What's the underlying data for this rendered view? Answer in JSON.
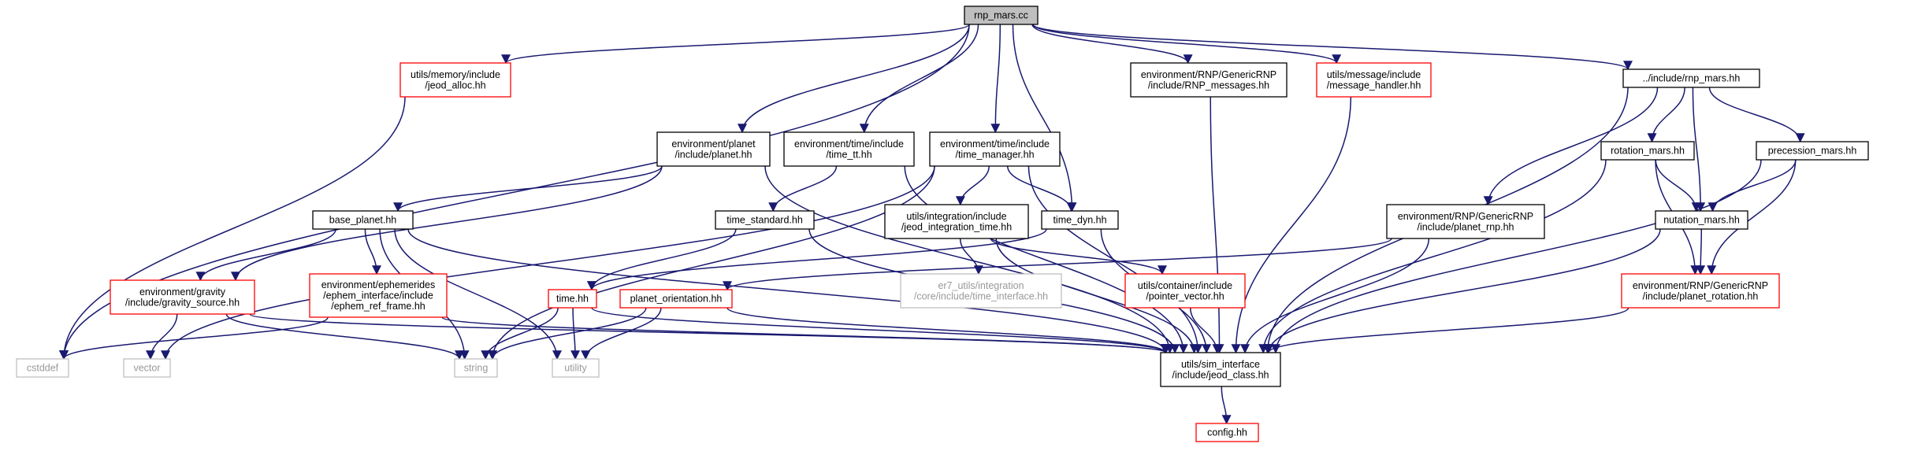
{
  "diagram": {
    "colors": {
      "edge": "#191970",
      "focus_fill": "#bfbfbf",
      "normal_border": "#000000",
      "missing_border": "#ff0000",
      "external_border": "#bfbfbf",
      "external_text": "#999999"
    },
    "nodes": [
      {
        "id": "rnp_mars_cc",
        "lines": [
          "rnp_mars.cc"
        ],
        "kind": "focus"
      },
      {
        "id": "jeod_alloc",
        "lines": [
          "utils/memory/include",
          "/jeod_alloc.hh"
        ],
        "kind": "missing"
      },
      {
        "id": "planet_hh",
        "lines": [
          "environment/planet",
          "/include/planet.hh"
        ],
        "kind": "normal"
      },
      {
        "id": "time_tt",
        "lines": [
          "environment/time/include",
          "/time_tt.hh"
        ],
        "kind": "normal"
      },
      {
        "id": "time_manager",
        "lines": [
          "environment/time/include",
          "/time_manager.hh"
        ],
        "kind": "normal"
      },
      {
        "id": "rnp_messages",
        "lines": [
          "environment/RNP/GenericRNP",
          "/include/RNP_messages.hh"
        ],
        "kind": "normal"
      },
      {
        "id": "message_handler",
        "lines": [
          "utils/message/include",
          "/message_handler.hh"
        ],
        "kind": "missing"
      },
      {
        "id": "rnp_mars_hh",
        "lines": [
          "../include/rnp_mars.hh"
        ],
        "kind": "normal"
      },
      {
        "id": "base_planet",
        "lines": [
          "base_planet.hh"
        ],
        "kind": "normal"
      },
      {
        "id": "time_standard",
        "lines": [
          "time_standard.hh"
        ],
        "kind": "normal"
      },
      {
        "id": "jeod_integration_time",
        "lines": [
          "utils/integration/include",
          "/jeod_integration_time.hh"
        ],
        "kind": "normal"
      },
      {
        "id": "time_dyn",
        "lines": [
          "time_dyn.hh"
        ],
        "kind": "normal"
      },
      {
        "id": "rotation_mars",
        "lines": [
          "rotation_mars.hh"
        ],
        "kind": "normal"
      },
      {
        "id": "precession_mars",
        "lines": [
          "precession_mars.hh"
        ],
        "kind": "normal"
      },
      {
        "id": "planet_rnp",
        "lines": [
          "environment/RNP/GenericRNP",
          "/include/planet_rnp.hh"
        ],
        "kind": "normal"
      },
      {
        "id": "nutation_mars",
        "lines": [
          "nutation_mars.hh"
        ],
        "kind": "normal"
      },
      {
        "id": "gravity_source",
        "lines": [
          "environment/gravity",
          "/include/gravity_source.hh"
        ],
        "kind": "missing"
      },
      {
        "id": "ephem_ref_frame",
        "lines": [
          "environment/ephemerides",
          "/ephem_interface/include",
          "/ephem_ref_frame.hh"
        ],
        "kind": "missing"
      },
      {
        "id": "time_hh",
        "lines": [
          "time.hh"
        ],
        "kind": "missing"
      },
      {
        "id": "planet_orientation",
        "lines": [
          "planet_orientation.hh"
        ],
        "kind": "missing"
      },
      {
        "id": "time_interface",
        "lines": [
          "er7_utils/integration",
          "/core/include/time_interface.hh"
        ],
        "kind": "external"
      },
      {
        "id": "pointer_vector",
        "lines": [
          "utils/container/include",
          "/pointer_vector.hh"
        ],
        "kind": "missing"
      },
      {
        "id": "planet_rotation",
        "lines": [
          "environment/RNP/GenericRNP",
          "/include/planet_rotation.hh"
        ],
        "kind": "missing"
      },
      {
        "id": "cstddef",
        "lines": [
          "cstddef"
        ],
        "kind": "external"
      },
      {
        "id": "vector",
        "lines": [
          "vector"
        ],
        "kind": "external"
      },
      {
        "id": "string",
        "lines": [
          "string"
        ],
        "kind": "external"
      },
      {
        "id": "utility",
        "lines": [
          "utility"
        ],
        "kind": "external"
      },
      {
        "id": "jeod_class",
        "lines": [
          "utils/sim_interface",
          "/include/jeod_class.hh"
        ],
        "kind": "normal"
      },
      {
        "id": "config_hh",
        "lines": [
          "config.hh"
        ],
        "kind": "missing"
      }
    ],
    "edges": [
      [
        "rnp_mars_cc",
        "cstddef"
      ],
      [
        "rnp_mars_cc",
        "jeod_alloc"
      ],
      [
        "rnp_mars_cc",
        "planet_hh"
      ],
      [
        "rnp_mars_cc",
        "time_tt"
      ],
      [
        "rnp_mars_cc",
        "time_manager"
      ],
      [
        "rnp_mars_cc",
        "time_dyn"
      ],
      [
        "rnp_mars_cc",
        "rnp_messages"
      ],
      [
        "rnp_mars_cc",
        "message_handler"
      ],
      [
        "rnp_mars_cc",
        "rnp_mars_hh"
      ],
      [
        "jeod_alloc",
        "cstddef"
      ],
      [
        "planet_hh",
        "base_planet"
      ],
      [
        "planet_hh",
        "gravity_source"
      ],
      [
        "planet_hh",
        "jeod_class"
      ],
      [
        "time_tt",
        "time_standard"
      ],
      [
        "time_tt",
        "jeod_class"
      ],
      [
        "time_manager",
        "vector"
      ],
      [
        "time_manager",
        "string"
      ],
      [
        "time_manager",
        "jeod_integration_time"
      ],
      [
        "time_manager",
        "time_dyn"
      ],
      [
        "time_manager",
        "jeod_class"
      ],
      [
        "rnp_messages",
        "jeod_class"
      ],
      [
        "message_handler",
        "jeod_class"
      ],
      [
        "rnp_mars_hh",
        "planet_rnp"
      ],
      [
        "rnp_mars_hh",
        "rotation_mars"
      ],
      [
        "rnp_mars_hh",
        "nutation_mars"
      ],
      [
        "rnp_mars_hh",
        "precession_mars"
      ],
      [
        "rnp_mars_hh",
        "jeod_class"
      ],
      [
        "base_planet",
        "gravity_source"
      ],
      [
        "base_planet",
        "ephem_ref_frame"
      ],
      [
        "base_planet",
        "string"
      ],
      [
        "base_planet",
        "utility"
      ],
      [
        "base_planet",
        "jeod_class"
      ],
      [
        "time_standard",
        "time_hh"
      ],
      [
        "time_standard",
        "jeod_class"
      ],
      [
        "jeod_integration_time",
        "time_interface"
      ],
      [
        "jeod_integration_time",
        "pointer_vector"
      ],
      [
        "jeod_integration_time",
        "jeod_class"
      ],
      [
        "time_dyn",
        "time_hh"
      ],
      [
        "time_dyn",
        "jeod_class"
      ],
      [
        "rotation_mars",
        "nutation_mars"
      ],
      [
        "rotation_mars",
        "planet_rotation"
      ],
      [
        "rotation_mars",
        "jeod_class"
      ],
      [
        "precession_mars",
        "nutation_mars"
      ],
      [
        "precession_mars",
        "planet_rotation"
      ],
      [
        "precession_mars",
        "jeod_class"
      ],
      [
        "planet_rnp",
        "planet_orientation"
      ],
      [
        "planet_rnp",
        "jeod_class"
      ],
      [
        "nutation_mars",
        "planet_rotation"
      ],
      [
        "nutation_mars",
        "jeod_class"
      ],
      [
        "gravity_source",
        "vector"
      ],
      [
        "gravity_source",
        "string"
      ],
      [
        "gravity_source",
        "jeod_class"
      ],
      [
        "ephem_ref_frame",
        "cstddef"
      ],
      [
        "ephem_ref_frame",
        "jeod_class"
      ],
      [
        "time_hh",
        "string"
      ],
      [
        "time_hh",
        "utility"
      ],
      [
        "time_hh",
        "jeod_class"
      ],
      [
        "planet_orientation",
        "string"
      ],
      [
        "planet_orientation",
        "utility"
      ],
      [
        "planet_orientation",
        "jeod_class"
      ],
      [
        "pointer_vector",
        "jeod_class"
      ],
      [
        "planet_rotation",
        "jeod_class"
      ],
      [
        "jeod_class",
        "config_hh"
      ]
    ]
  }
}
